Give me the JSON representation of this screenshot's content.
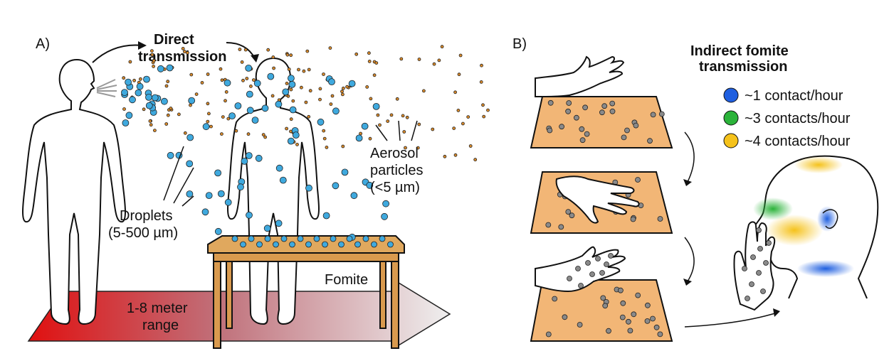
{
  "panel_a": {
    "label": "A)",
    "direct_title_1": "Direct",
    "direct_title_2": "transmission",
    "droplets_1": "Droplets",
    "droplets_2": "(5-500 µm)",
    "aerosol_1": "Aerosol",
    "aerosol_2": "particles",
    "aerosol_3": "(<5 µm)",
    "fomite": "Fomite",
    "range_1": "1-8 meter",
    "range_2": "range"
  },
  "panel_b": {
    "label": "B)",
    "title_1": "Indirect fomite",
    "title_2": "transmission",
    "legend": [
      {
        "label": "~1 contact/hour",
        "color": "#1f5fe0"
      },
      {
        "label": "~3 contacts/hour",
        "color": "#2bb33a"
      },
      {
        "label": "~4 contacts/hour",
        "color": "#f5c21b"
      }
    ]
  },
  "colors": {
    "droplet": "#3fa9de",
    "aerosol": "#d98a2b",
    "surface": "#f2b676",
    "table": "#d99a4e",
    "virus": "#8a8a8a",
    "arrow_start": "#e01010",
    "arrow_end": "#ececec"
  }
}
